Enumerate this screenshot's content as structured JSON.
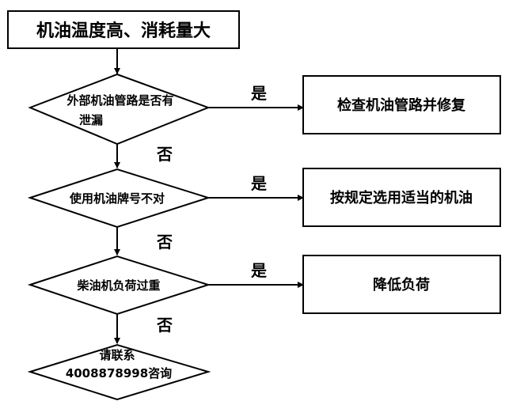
{
  "start": {
    "text": "机油温度高、消耗量大"
  },
  "decisions": [
    {
      "lines": [
        "外部机油管路是否有",
        "泄漏"
      ],
      "yes_label": "是",
      "no_label": "否",
      "action": "检查机油管路并修复"
    },
    {
      "lines": [
        "使用机油牌号不对"
      ],
      "yes_label": "是",
      "no_label": "否",
      "action": "按规定选用适当的机油"
    },
    {
      "lines": [
        "柴油机负荷过重"
      ],
      "yes_label": "是",
      "no_label": "否",
      "action": "降低负荷"
    }
  ],
  "end": {
    "lines": [
      "请联系",
      "4008878998咨询"
    ]
  }
}
